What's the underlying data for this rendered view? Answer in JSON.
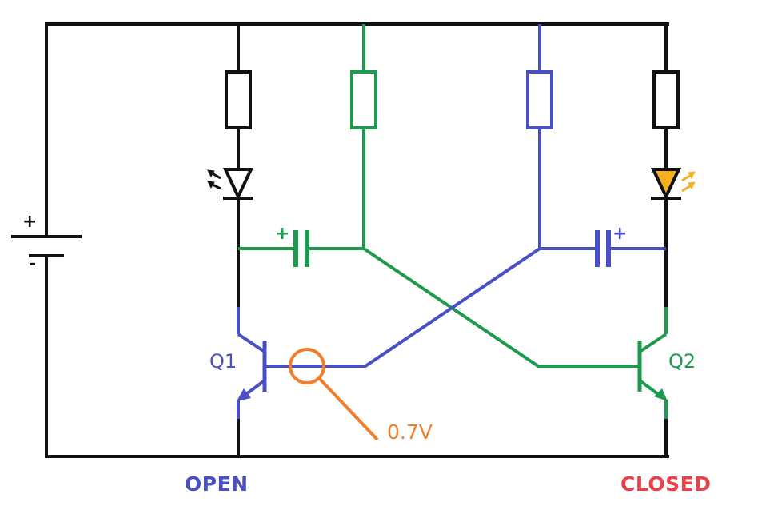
{
  "labels": {
    "q1": "Q1",
    "q2": "Q2",
    "open": "OPEN",
    "closed": "CLOSED",
    "voltage": "0.7V",
    "battery_plus": "+",
    "battery_minus": "-",
    "cap_left_plus": "+",
    "cap_right_plus": "+"
  },
  "colors": {
    "wire": "#111111",
    "blue": "#4a4fc4",
    "green": "#1e9a4e",
    "orange": "#f07e2c",
    "led_on": "#f5b021",
    "open_text": "#4a4fc4",
    "closed_text": "#e8414a"
  },
  "states": {
    "q1": "OPEN",
    "q2": "CLOSED",
    "led_left": "off",
    "led_right": "on"
  }
}
